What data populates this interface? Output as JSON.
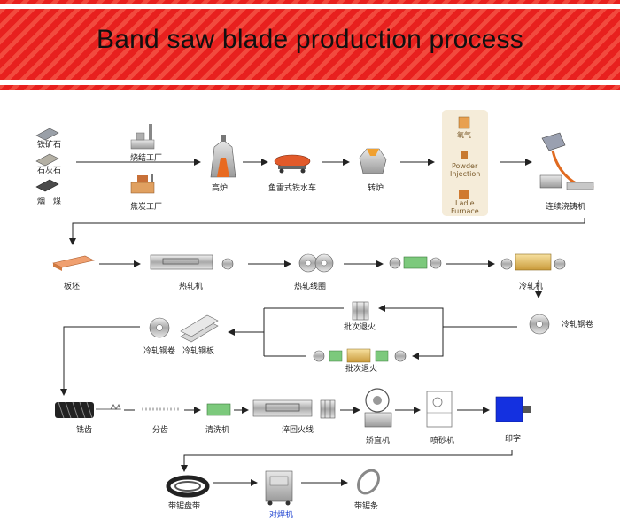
{
  "title": "Band saw blade production process",
  "nodes": {
    "iron_ore": "铁矿石",
    "limestone": "石灰石",
    "coal": "烟　煤",
    "sinter_plant": "烧结工厂",
    "coke_plant": "焦炭工厂",
    "blast_furnace": "高炉",
    "torpedo_car": "鱼雷式铁水车",
    "converter": "转炉",
    "injection": {
      "oxygen": "氧气",
      "powder_line1": "Powder",
      "powder_line2": "Injection",
      "ladle_line1": "Ladle",
      "ladle_line2": "Furnace"
    },
    "continuous_caster": "连续浇铸机",
    "slab": "板坯",
    "hot_rolling_mill": "热轧机",
    "hot_coil": "热轧线圈",
    "cold_rolling_mill": "冷轧机",
    "cold_coil": "冷轧钢卷",
    "batch_anneal_top": "批次退火",
    "batch_anneal_bottom": "批次退火",
    "cold_coil_2": "冷轧钢卷",
    "cold_sheet": "冷轧钢板",
    "milling_teeth": "铣齿",
    "tooth_setting": "分齿",
    "cleaning_machine": "清洗机",
    "quench_temper_line": "淬回火线",
    "straightener": "矫直机",
    "sandblaster": "喷砂机",
    "printing": "印字",
    "band_coil": "带锯盘带",
    "butt_welder": "对焊机",
    "band_strip": "带锯条"
  },
  "colors": {
    "banner_red": "#e8201e",
    "welder_label": "#1a3fd0",
    "printer_blue": "#1430e0"
  }
}
